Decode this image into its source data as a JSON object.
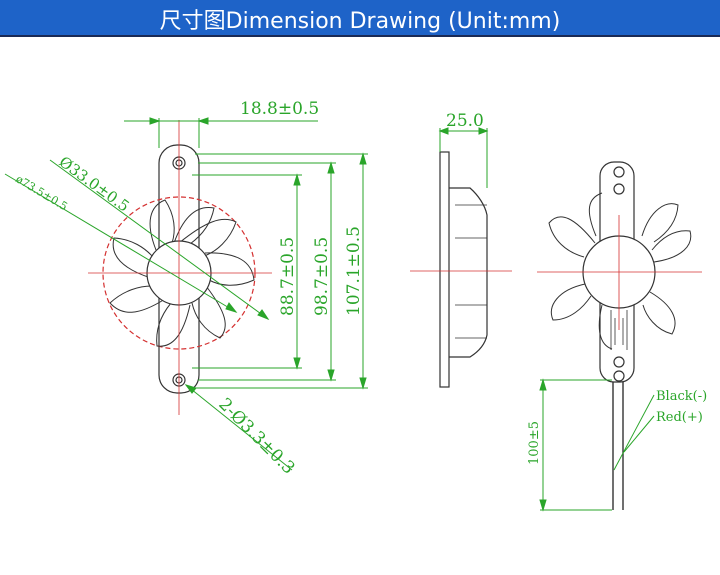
{
  "header": {
    "title": "尺寸图Dimension Drawing (Unit:mm)"
  },
  "dimensions": {
    "thickness": "18.8±0.5",
    "hub_dia": "Ø33.0±0.5",
    "blade_dia": "ø73.5±0.5",
    "span_1": "88.7±0.5",
    "span_2": "98.7±0.5",
    "overall": "107.1±0.5",
    "holes": "2-Ø3.3±0.3",
    "side_width": "25.0",
    "lead_length": "100±5"
  },
  "wires": {
    "black": "Black(-)",
    "red": "Red(+)"
  },
  "colors": {
    "banner": "#1e63c8",
    "dimension": "#2aa52a",
    "center": "#d43030",
    "outline": "#333333"
  }
}
